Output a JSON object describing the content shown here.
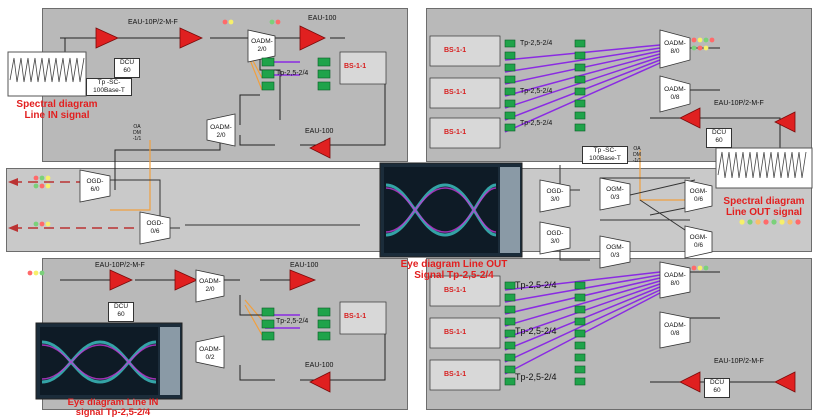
{
  "amplifier_label": "EAU-10P/2-M-F",
  "eau100_label": "EAU-100",
  "dcu_label": "DCU\n60",
  "dcu_line1": "DCU",
  "dcu_line2": "60",
  "tp_sc_label": "Tp -SC-",
  "tp_base_label": "100Base-T",
  "bs_label": "BS-1-1",
  "tp_module_label": "Tp-2,5-2/4",
  "oadm": {
    "top_left_2_0": "OADM-\n2/0",
    "top_left_2_0_b": "OADM-\n2/0",
    "top_right_8_0": "OADM-\n8/0",
    "top_right_0_8": "OADM-\n0/8",
    "bottom_left_2_0": "OADM-\n2/0",
    "bottom_left_0_2": "OADM-\n0/2",
    "bottom_right_8_0": "OADM-\n8/0",
    "bottom_right_0_8": "OADM-\n0/8"
  },
  "ogd": {
    "left_6_0": "OGD-\n6/0",
    "left_0_6": "OGD-\n0/6",
    "mid_3_0": "OGD-\n3/0",
    "mid_3_0_b": "OGD-\n3/0"
  },
  "ogm": {
    "mid_0_3": "OGM-\n0/3",
    "mid_0_3_b": "OGM-\n0/3",
    "right_0_6": "OGM-\n0/6",
    "right_0_6_b": "OGM-\n0/6"
  },
  "oa_dm": {
    "left": "OA\nDM\n-1/1",
    "right": "OA\nDM\n-1/1"
  },
  "captions": {
    "spectral_in_1": "Spectral  diagram",
    "spectral_in_2": "Line IN signal",
    "spectral_out_1": "Spectral diagram",
    "spectral_out_2": "Line OUT signal",
    "eye_out_1": "Eye diagram Line OUT",
    "eye_out_2": "Signal Tp-2,5-2/4",
    "eye_in_1": "Eye diagram Line IN",
    "eye_in_2": "signal Tp-2,5-2/4"
  },
  "colors": {
    "panel": "#b9b9b9",
    "amp_red": "#e02020",
    "module_green": "#1fa34a",
    "fiber_purple": "#8a2be2",
    "fiber_orange": "#f0a040",
    "caption_red": "#e21f1f"
  }
}
